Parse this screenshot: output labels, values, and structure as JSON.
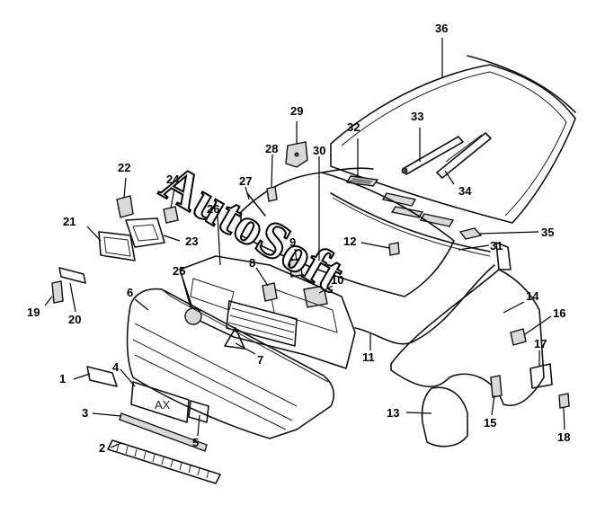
{
  "watermark": {
    "text": "AutoSoft"
  },
  "plate_text": "AX",
  "callouts": [
    {
      "n": "1"
    },
    {
      "n": "2"
    },
    {
      "n": "3"
    },
    {
      "n": "4"
    },
    {
      "n": "5"
    },
    {
      "n": "6"
    },
    {
      "n": "7"
    },
    {
      "n": "8"
    },
    {
      "n": "9"
    },
    {
      "n": "10"
    },
    {
      "n": "11"
    },
    {
      "n": "12"
    },
    {
      "n": "13"
    },
    {
      "n": "14"
    },
    {
      "n": "15"
    },
    {
      "n": "16"
    },
    {
      "n": "17"
    },
    {
      "n": "18"
    },
    {
      "n": "19"
    },
    {
      "n": "20"
    },
    {
      "n": "21"
    },
    {
      "n": "22"
    },
    {
      "n": "23"
    },
    {
      "n": "24"
    },
    {
      "n": "25"
    },
    {
      "n": "26"
    },
    {
      "n": "27"
    },
    {
      "n": "28"
    },
    {
      "n": "29"
    },
    {
      "n": "30"
    },
    {
      "n": "31"
    },
    {
      "n": "32"
    },
    {
      "n": "33"
    },
    {
      "n": "34"
    },
    {
      "n": "35"
    },
    {
      "n": "36"
    }
  ]
}
